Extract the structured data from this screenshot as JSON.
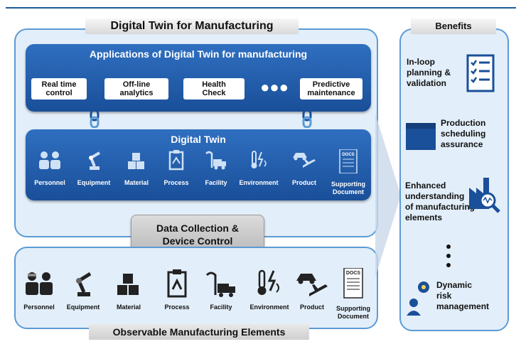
{
  "diagram": {
    "title": "Digital Twin for Manufacturing",
    "applications": {
      "heading": "Applications of Digital Twin for manufacturing",
      "items": [
        "Real time\ncontrol",
        "Off-line\nanalytics",
        "Health\nCheck",
        "Predictive\nmaintenance"
      ],
      "ellipsis": "●●●"
    },
    "digital_twin": {
      "heading": "Digital Twin",
      "items": [
        "Personnel",
        "Equipment",
        "Material",
        "Process",
        "Facility",
        "Environment",
        "Product",
        "Supporting\nDocument"
      ]
    },
    "data_collection": "Data Collection &\nDevice Control",
    "observable": {
      "title": "Observable Manufacturing Elements",
      "items": [
        "Personnel",
        "Equipment",
        "Material",
        "Process",
        "Facility",
        "Environment",
        "Product",
        "Supporting\nDocument"
      ]
    },
    "docs_label": "DOCS",
    "benefits": {
      "title": "Benefits",
      "items": [
        "In-loop\nplanning &\nvalidation",
        "Production\nscheduling\nassurance",
        "Enhanced\nunderstanding\nof manufacturing\nelements",
        "Dynamic\nrisk\nmanagement"
      ]
    },
    "colors": {
      "accent_blue": "#1a4f99",
      "panel_border": "#5b9bd5",
      "panel_fill": "#e2eef9"
    }
  }
}
